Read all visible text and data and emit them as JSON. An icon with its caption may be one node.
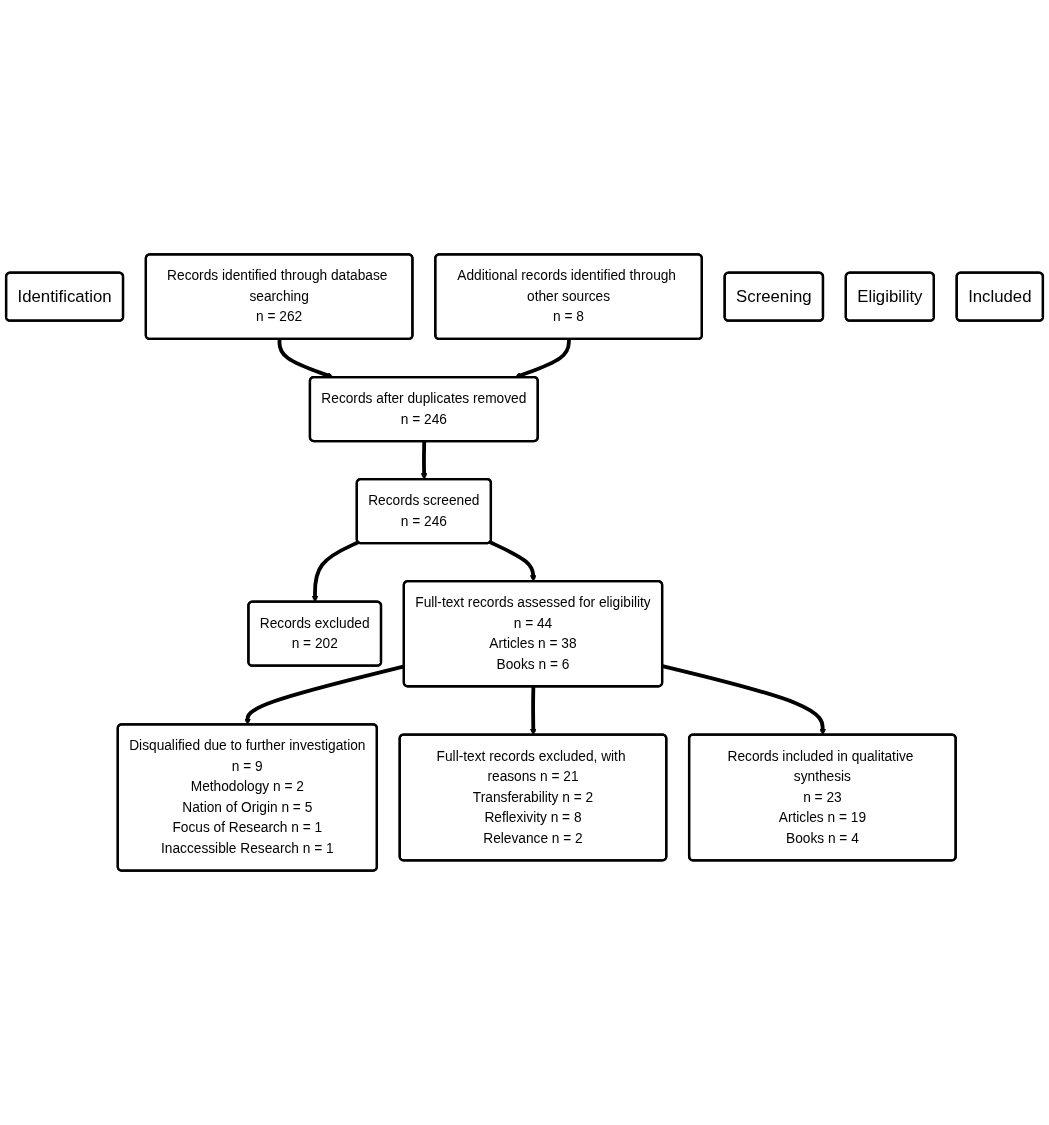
{
  "diagram": {
    "nodes": [
      {
        "text": [
          "Identification"
        ]
      },
      {
        "text": [
          "Records identified through database searching",
          "n = 262"
        ]
      },
      {
        "text": [
          "Additional records identified through other sources",
          "n = 8"
        ]
      },
      {
        "text": [
          "Records after duplicates removed",
          "n = 246"
        ]
      },
      {
        "text": [
          "Screening"
        ]
      },
      {
        "text": [
          "Records screened",
          "n = 246"
        ]
      },
      {
        "text": [
          "Records excluded",
          "n = 202"
        ]
      },
      {
        "text": [
          "Eligibility"
        ]
      },
      {
        "text": [
          "Full-text records assessed for eligibility",
          "n = 44",
          "Articles n = 38",
          "Books n = 6"
        ]
      },
      {
        "text": [
          "Disqualified due to further investigation",
          "n = 9",
          "Methodology n = 2",
          "Nation of Origin n = 5",
          "Focus of Research n = 1",
          "Inaccessible Research n = 1"
        ]
      },
      {
        "text": [
          "Full-text records excluded, with reasons n = 21",
          "Transferability n = 2",
          "Reflexivity n = 8",
          "Relevance n = 2"
        ]
      },
      {
        "text": [
          "Included"
        ]
      },
      {
        "text": [
          "Records included in qualitative synthesis",
          "n = 23",
          "Articles n = 19",
          "Books n = 4"
        ]
      }
    ],
    "edges": [
      {
        "from": 1,
        "to": 3,
        "arrow": "to"
      },
      {
        "from": 2,
        "to": 3,
        "arrow": "to"
      },
      {
        "from": 3,
        "to": 5,
        "arrow": "to"
      },
      {
        "from": 5,
        "to": 6,
        "arrow": "to"
      },
      {
        "from": 5,
        "to": 8,
        "arrow": "to"
      },
      {
        "from": 8,
        "to": 9,
        "arrow": "to"
      },
      {
        "from": 8,
        "to": 10,
        "arrow": "to"
      },
      {
        "from": 8,
        "to": 12,
        "arrow": "to"
      }
    ]
  }
}
